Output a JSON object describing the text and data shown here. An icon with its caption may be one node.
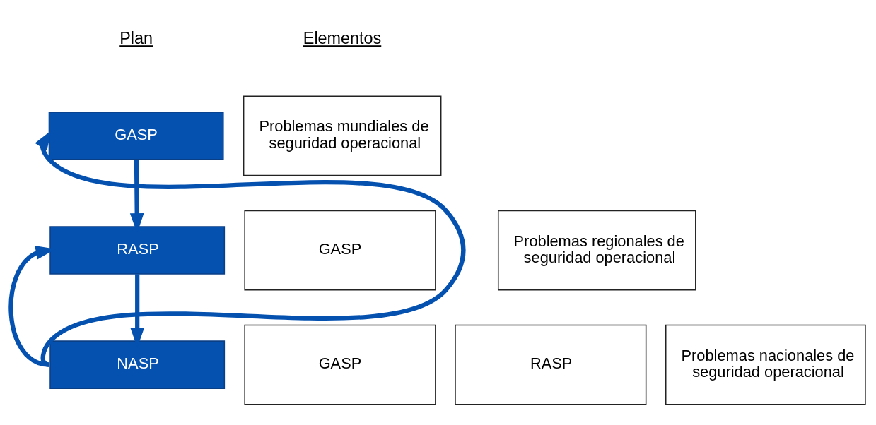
{
  "diagram": {
    "nodes": [
      {
        "text": [
          "GASP"
        ]
      },
      {
        "text": [
          "RASP"
        ]
      },
      {
        "text": [
          "NASP"
        ]
      },
      {
        "text": [
          "Problemas mundiales de seguridad operacional"
        ]
      },
      {
        "text": [
          "GASP"
        ]
      },
      {
        "text": [
          "Problemas regionales de seguridad operacional"
        ]
      },
      {
        "text": [
          "GASP"
        ]
      },
      {
        "text": [
          "RASP"
        ]
      },
      {
        "text": [
          "Problemas nacionales de seguridad operacional"
        ]
      }
    ],
    "edges": [
      {
        "from": 0,
        "to": 1,
        "arrow": "to"
      },
      {
        "from": 1,
        "to": 2,
        "arrow": "to"
      },
      {
        "from": 2,
        "to": 0,
        "arrow": "to"
      },
      {
        "from": 2,
        "to": 1,
        "arrow": "to"
      }
    ],
    "labels": [
      "Plan",
      "Elementos"
    ]
  }
}
